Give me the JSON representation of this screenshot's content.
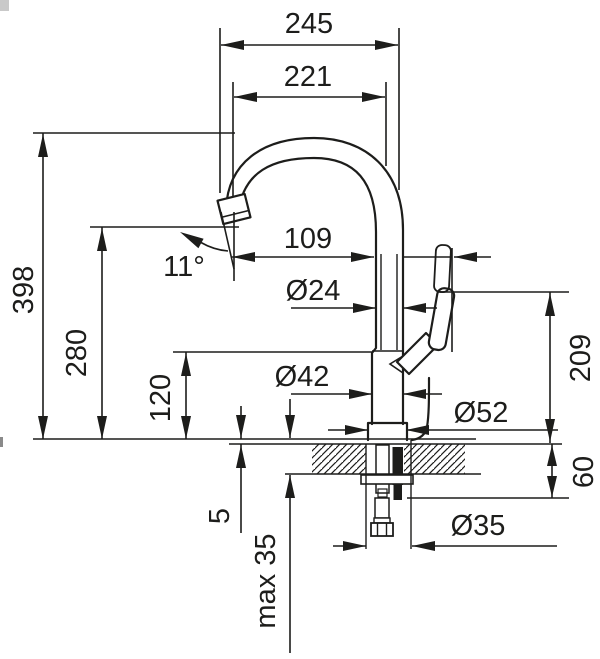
{
  "drawing": {
    "type": "faucet-installation-technical-drawing",
    "colors": {
      "ink": "#1d1d1b",
      "background": "#ffffff"
    },
    "dimensions": {
      "overall_width": "245",
      "spout_reach": "221",
      "overall_height": "398",
      "spout_height": "280",
      "body_height": "120",
      "handle_reach": "109",
      "spout_angle": "11°",
      "pipe_diameter": "Ø24",
      "body_diameter": "Ø42",
      "base_diameter": "Ø52",
      "hole_diameter": "Ø35",
      "handle_height": "209",
      "below_deck_clearance": "60",
      "gasket_gap": "5",
      "max_deck_thickness": "max 35"
    }
  }
}
